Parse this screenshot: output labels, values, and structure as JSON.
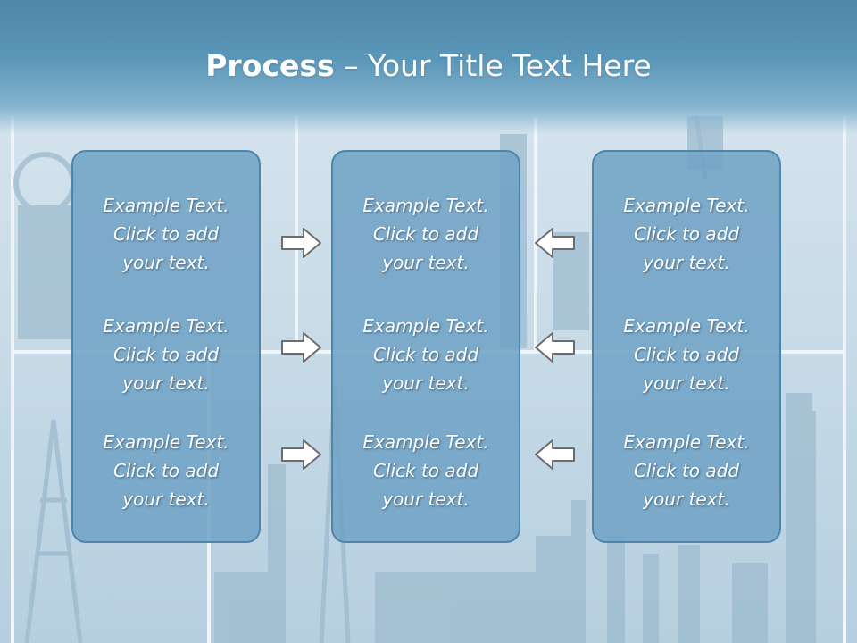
{
  "title": {
    "bold": "Process",
    "rest": " – Your Title Text Here"
  },
  "columns": [
    {
      "items": [
        {
          "line1": "Example Text.",
          "line2": "Click  to add",
          "line3": "your text."
        },
        {
          "line1": "Example Text.",
          "line2": "Click  to add",
          "line3": "your text."
        },
        {
          "line1": "Example Text.",
          "line2": "Click  to add",
          "line3": "your text."
        }
      ]
    },
    {
      "items": [
        {
          "line1": "Example Text.",
          "line2": "Click  to add",
          "line3": "your text."
        },
        {
          "line1": "Example Text.",
          "line2": "Click  to add",
          "line3": "your text."
        },
        {
          "line1": "Example Text.",
          "line2": "Click  to add",
          "line3": "your text."
        }
      ]
    },
    {
      "items": [
        {
          "line1": "Example Text.",
          "line2": "Click  to add",
          "line3": "your text."
        },
        {
          "line1": "Example Text.",
          "line2": "Click  to add",
          "line3": "your text."
        },
        {
          "line1": "Example Text.",
          "line2": "Click  to add",
          "line3": "your text."
        }
      ]
    }
  ],
  "arrows": {
    "left_group": "right-arrow-icon",
    "right_group": "left-arrow-icon"
  },
  "colors": {
    "header": "#5b97b9",
    "box_fill": "#6fa1c4",
    "box_border": "#4e86ab",
    "text": "#ffffff"
  }
}
